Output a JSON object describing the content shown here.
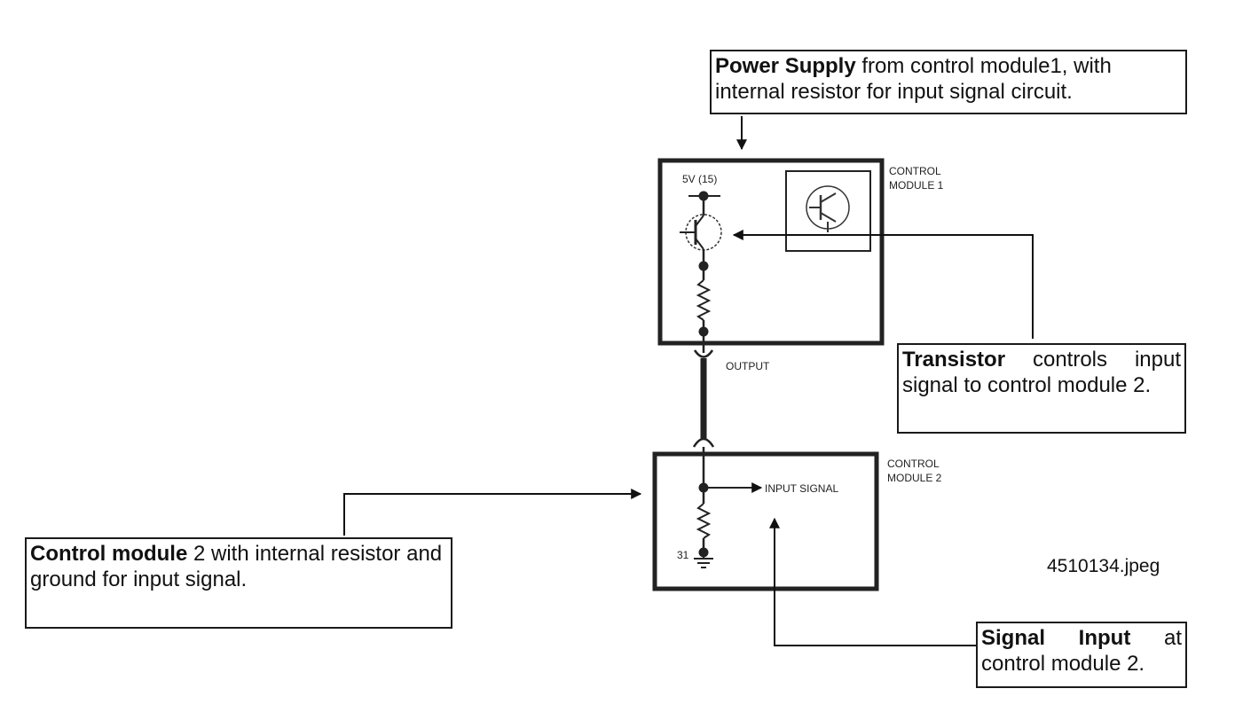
{
  "callouts": {
    "power_supply": {
      "bold": "Power Supply",
      "text": " from control module1, with internal resistor for input signal circuit."
    },
    "transistor": {
      "bold": "Transistor",
      "text": " controls input signal to control module 2."
    },
    "control_module_2": {
      "bold": "Control module",
      "text": " 2 with internal resistor and ground for input signal."
    },
    "signal_input": {
      "bold": "Signal Input",
      "text": " at control module 2."
    }
  },
  "labels": {
    "control_module_1_line1": "CONTROL",
    "control_module_1_line2": "MODULE 1",
    "control_module_2_line1": "CONTROL",
    "control_module_2_line2": "MODULE 2",
    "supply_voltage": "5V (15)",
    "output": "OUTPUT",
    "input_signal": "INPUT SIGNAL",
    "ground_terminal": "31"
  },
  "filename": "4510134.jpeg"
}
